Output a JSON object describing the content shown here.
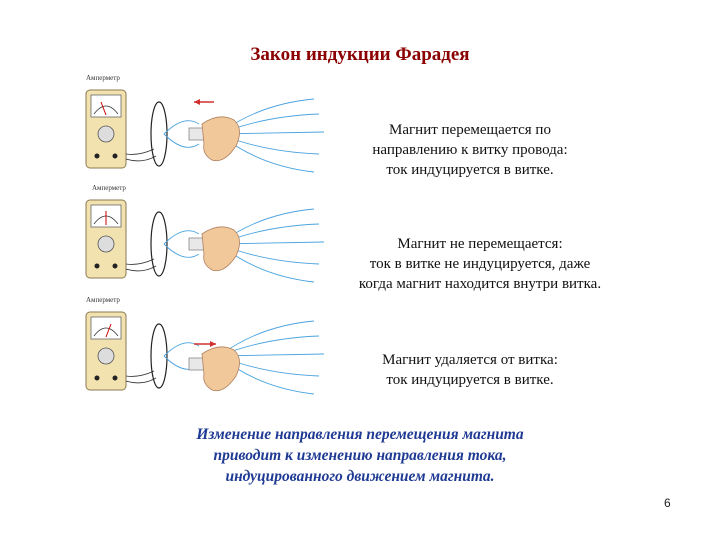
{
  "title": "Закон индукции Фарадея",
  "panels": [
    {
      "meter_label": "Амперметр",
      "motion": "toward",
      "text": [
        "Магнит перемещается по",
        "направлению к витку провода:",
        "ток индуцируется в витке."
      ]
    },
    {
      "meter_label": "Амперметр",
      "motion": "none",
      "text": [
        "Магнит не перемещается:",
        "ток в витке не индуцируется, даже",
        "когда магнит находится внутри витка."
      ]
    },
    {
      "meter_label": "Амперметр",
      "motion": "away",
      "text": [
        "Магнит удаляется от витка:",
        "ток индуцируется в витке."
      ]
    }
  ],
  "conclusion": [
    "Изменение направления перемещения магнита",
    "приводит к изменению направления тока,",
    "индуцированного движением магнита."
  ],
  "page_number": "6",
  "colors": {
    "title": "#8b0000",
    "conclusion": "#1f3a93",
    "field_lines": "#4aa3df",
    "arrow": "#d0312d",
    "meter_body": "#f2e2b0"
  }
}
